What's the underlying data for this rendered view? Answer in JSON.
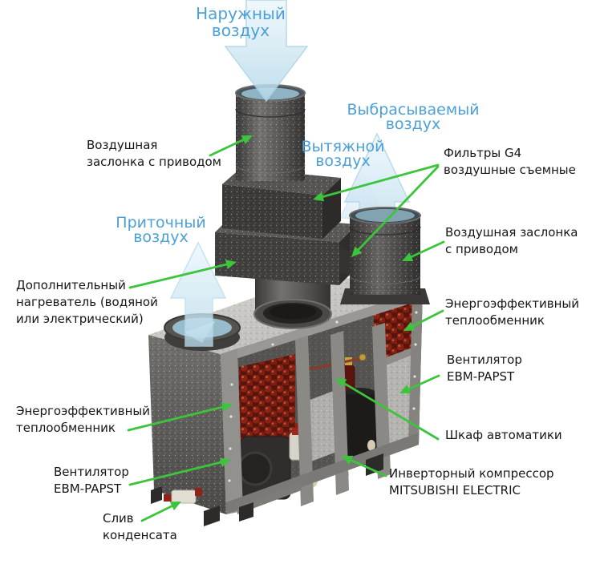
{
  "colors": {
    "label_blue": "#4BA0D8",
    "annotation_green": "#3CC43C",
    "coil_red": "#8D2113",
    "background": "#FFFFFF"
  },
  "flow_labels": {
    "outdoor": "Наружный\nвоздух",
    "discharge": "Выбрасываемый\nвоздух",
    "extract": "Вытяжной\nвоздух",
    "supply": "Приточный\nвоздух"
  },
  "component_labels": {
    "damper_left": "Воздушная\nзаслонка с приводом",
    "filters": "Фильтры G4\nвоздушные съемные",
    "damper_right": "Воздушная заслонка\nс приводом",
    "heater": "Дополнительный\nнагреватель (водяной\nили электрический)",
    "heat_exchanger_right": "Энергоэффективный\nтеплообменник",
    "fan_right": "Вентилятор\nEBM-PAPST",
    "heat_exchanger_left": "Энергоэффективный\nтеплообменник",
    "control_cabinet": "Шкаф автоматики",
    "fan_left": "Вентилятор\nEBM-PAPST",
    "compressor": "Инверторный компрессор\nMITSUBISHI ELECTRIC",
    "drain": "Слив\nконденсата"
  }
}
